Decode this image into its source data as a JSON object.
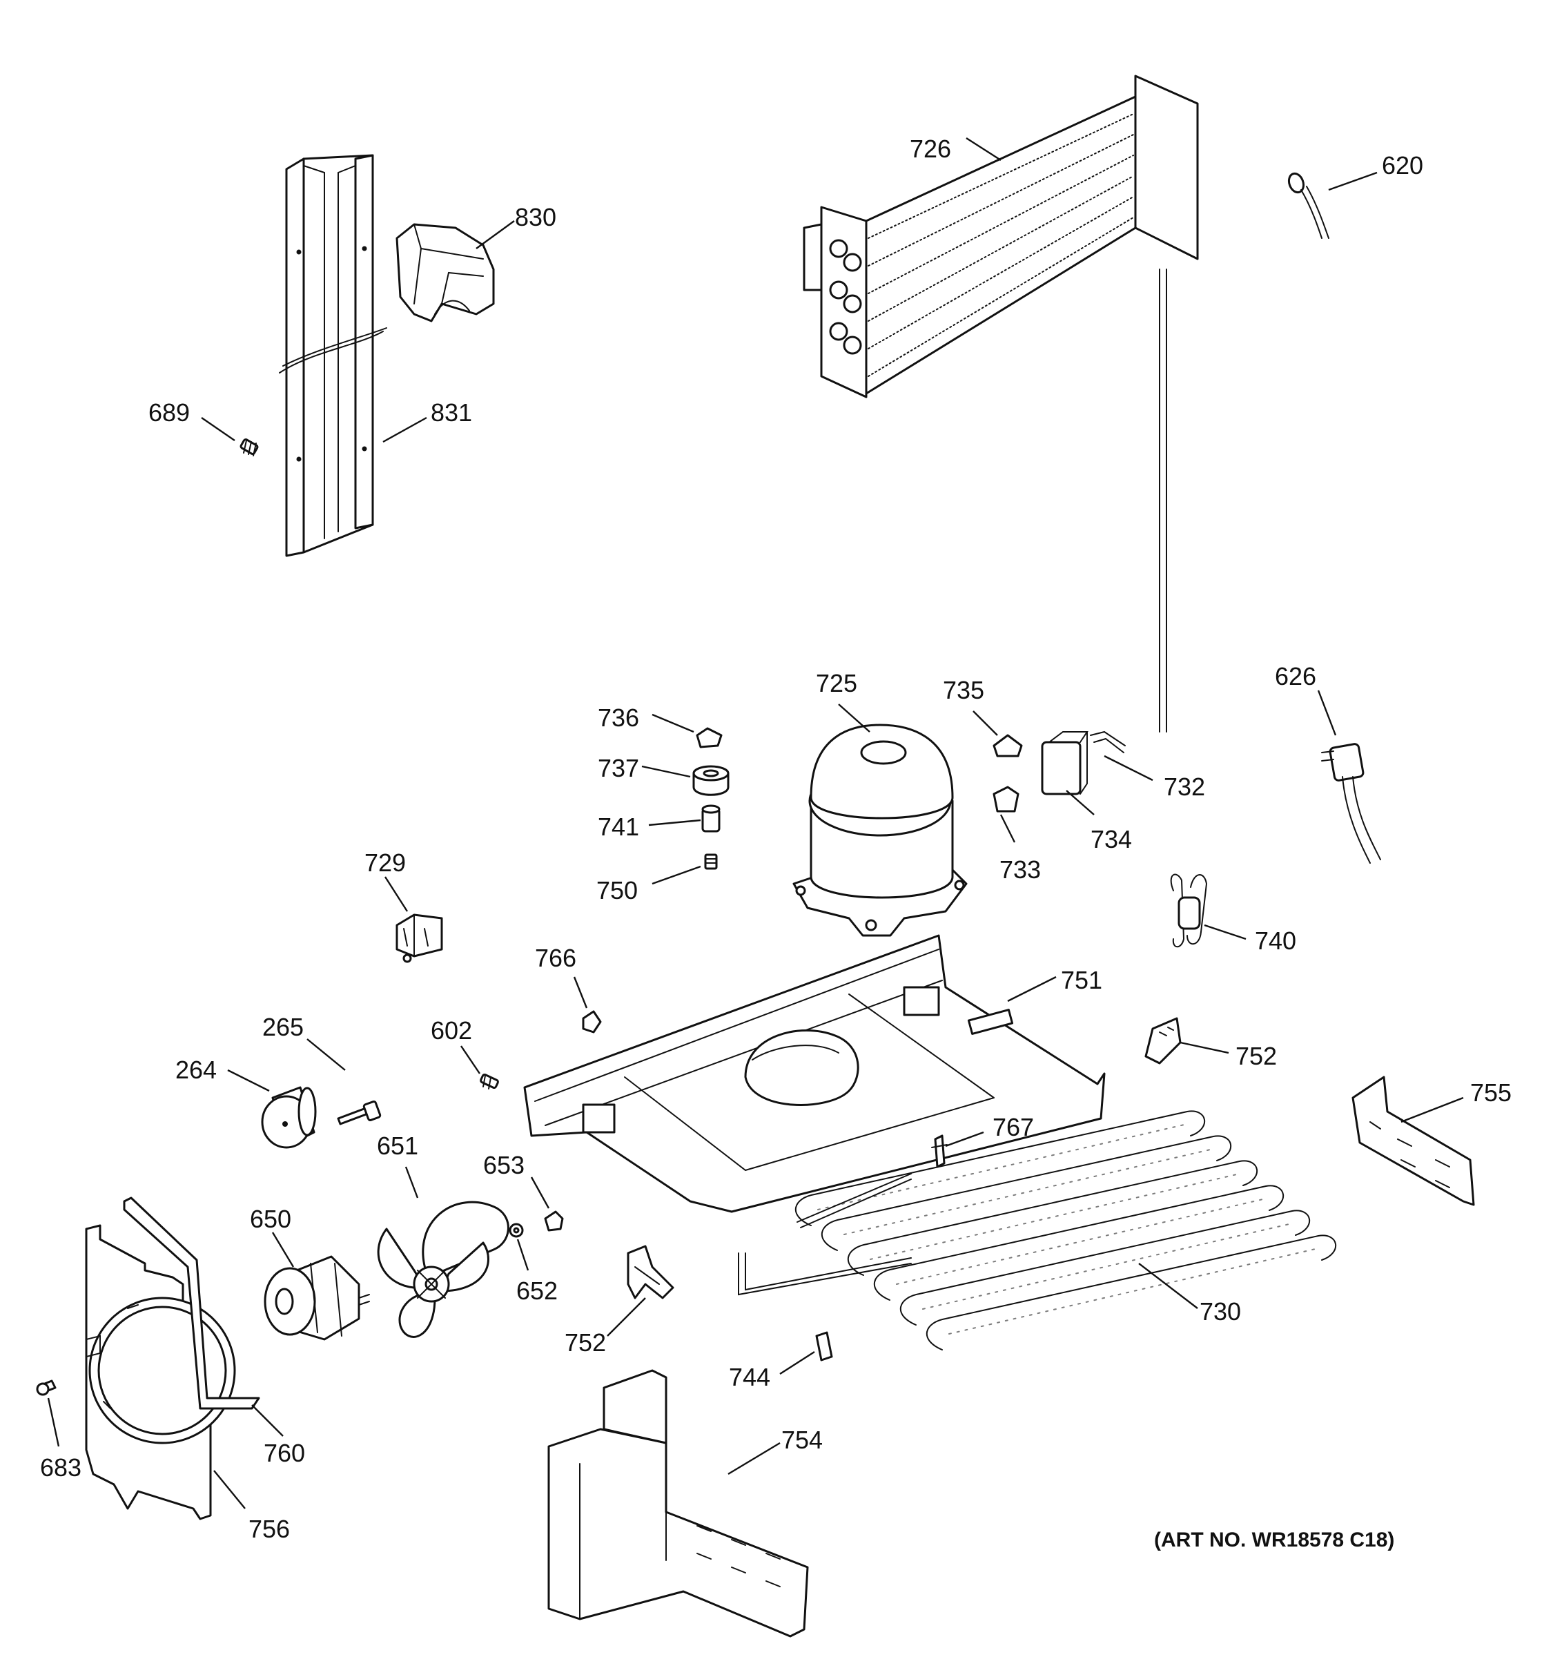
{
  "parts": [
    {
      "key": "p726",
      "label": "726"
    },
    {
      "key": "p620",
      "label": "620"
    },
    {
      "key": "p830",
      "label": "830"
    },
    {
      "key": "p689",
      "label": "689"
    },
    {
      "key": "p831",
      "label": "831"
    },
    {
      "key": "p725",
      "label": "725"
    },
    {
      "key": "p735",
      "label": "735"
    },
    {
      "key": "p626",
      "label": "626"
    },
    {
      "key": "p736",
      "label": "736"
    },
    {
      "key": "p737",
      "label": "737"
    },
    {
      "key": "p741",
      "label": "741"
    },
    {
      "key": "p750",
      "label": "750"
    },
    {
      "key": "p732",
      "label": "732"
    },
    {
      "key": "p734",
      "label": "734"
    },
    {
      "key": "p733",
      "label": "733"
    },
    {
      "key": "p729",
      "label": "729"
    },
    {
      "key": "p740",
      "label": "740"
    },
    {
      "key": "p766",
      "label": "766"
    },
    {
      "key": "p751",
      "label": "751"
    },
    {
      "key": "p265",
      "label": "265"
    },
    {
      "key": "p602",
      "label": "602"
    },
    {
      "key": "p264",
      "label": "264"
    },
    {
      "key": "p752a",
      "label": "752"
    },
    {
      "key": "p755",
      "label": "755"
    },
    {
      "key": "p651",
      "label": "651"
    },
    {
      "key": "p767",
      "label": "767"
    },
    {
      "key": "p653",
      "label": "653"
    },
    {
      "key": "p650",
      "label": "650"
    },
    {
      "key": "p652",
      "label": "652"
    },
    {
      "key": "p730",
      "label": "730"
    },
    {
      "key": "p752b",
      "label": "752"
    },
    {
      "key": "p744",
      "label": "744"
    },
    {
      "key": "p760",
      "label": "760"
    },
    {
      "key": "p754",
      "label": "754"
    },
    {
      "key": "p683",
      "label": "683"
    },
    {
      "key": "p756",
      "label": "756"
    }
  ],
  "art_number": "(ART NO. WR18578 C18)"
}
